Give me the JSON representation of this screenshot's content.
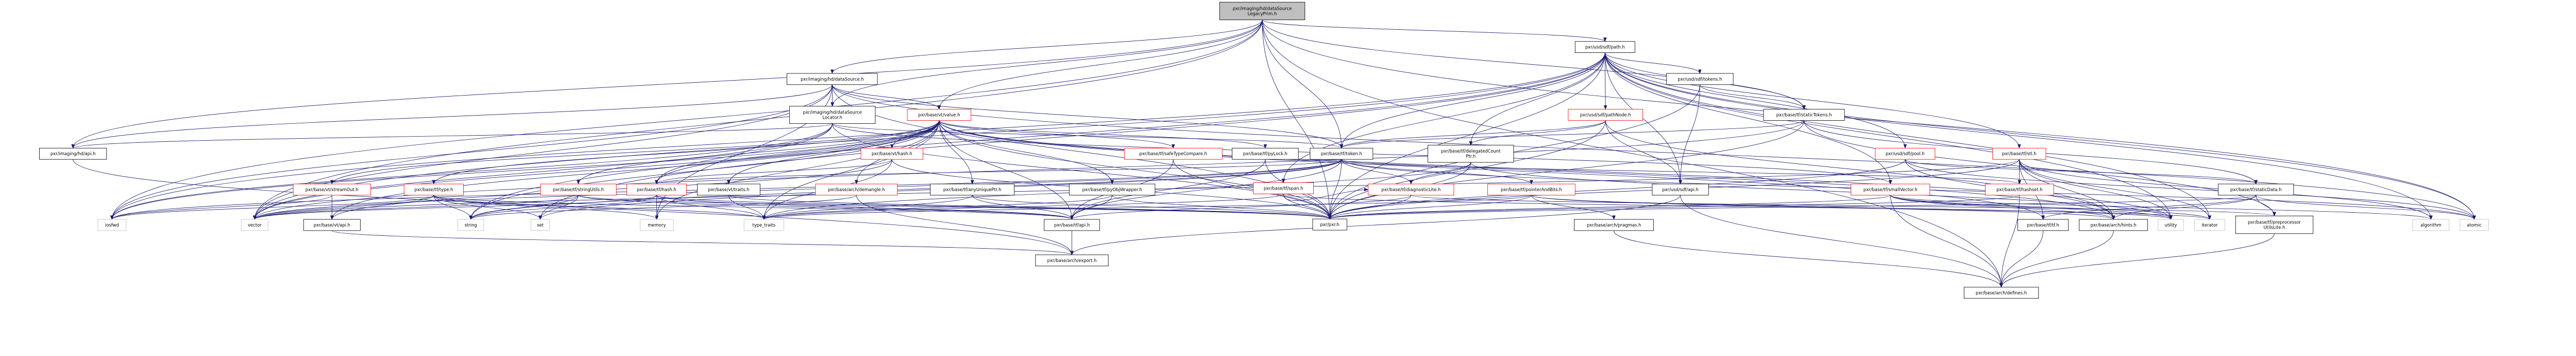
{
  "colors": {
    "edge": "#191970",
    "root_fill": "#bfbfbf",
    "red_border": "#ff0000",
    "external_border": "#bfbfbf",
    "normal_border": "#000000"
  },
  "nodes": [
    {
      "id": "root",
      "style": "root",
      "lines": [
        "pxr/imaging/hd/dataSource",
        "LegacyPrim.h"
      ]
    },
    {
      "id": "dataSource",
      "style": "normal",
      "lines": [
        "pxr/imaging/hd/dataSource.h"
      ]
    },
    {
      "id": "dsLocator",
      "style": "normal",
      "lines": [
        "pxr/imaging/hd/dataSource",
        "Locator.h"
      ]
    },
    {
      "id": "value",
      "style": "red",
      "lines": [
        "pxr/base/vt/value.h"
      ]
    },
    {
      "id": "sdfPath",
      "style": "normal",
      "lines": [
        "pxr/usd/sdf/path.h"
      ]
    },
    {
      "id": "sdfTokens",
      "style": "normal",
      "lines": [
        "pxr/usd/sdf/tokens.h"
      ]
    },
    {
      "id": "pathNode",
      "style": "red",
      "lines": [
        "pxr/usd/sdf/pathNode.h"
      ]
    },
    {
      "id": "staticTokens",
      "style": "normal",
      "lines": [
        "pxr/base/tf/staticTokens.h"
      ]
    },
    {
      "id": "hdApi",
      "style": "normal",
      "lines": [
        "pxr/imaging/hd/api.h"
      ]
    },
    {
      "id": "vtHash",
      "style": "red",
      "lines": [
        "pxr/base/vt/hash.h"
      ]
    },
    {
      "id": "safeTypeCompare",
      "style": "red",
      "lines": [
        "pxr/base/tf/safeTypeCompare.h"
      ]
    },
    {
      "id": "pyLock",
      "style": "normal",
      "lines": [
        "pxr/base/tf/pyLock.h"
      ]
    },
    {
      "id": "token",
      "style": "normal",
      "lines": [
        "pxr/base/tf/token.h"
      ]
    },
    {
      "id": "delegated",
      "style": "normal",
      "lines": [
        "pxr/base/tf/delegatedCount",
        "Ptr.h"
      ]
    },
    {
      "id": "pool",
      "style": "red",
      "lines": [
        "pxr/usd/sdf/pool.h"
      ]
    },
    {
      "id": "stl",
      "style": "red",
      "lines": [
        "pxr/base/tf/stl.h"
      ]
    },
    {
      "id": "streamOut",
      "style": "red",
      "lines": [
        "pxr/base/vt/streamOut.h"
      ]
    },
    {
      "id": "type",
      "style": "red",
      "lines": [
        "pxr/base/tf/type.h"
      ]
    },
    {
      "id": "stringUtils",
      "style": "red",
      "lines": [
        "pxr/base/tf/stringUtils.h"
      ]
    },
    {
      "id": "tfHash",
      "style": "red",
      "lines": [
        "pxr/base/tf/hash.h"
      ]
    },
    {
      "id": "vtTraits",
      "style": "normal",
      "lines": [
        "pxr/base/vt/traits.h"
      ]
    },
    {
      "id": "demangle",
      "style": "red",
      "lines": [
        "pxr/base/arch/demangle.h"
      ]
    },
    {
      "id": "anyUniquePtr",
      "style": "normal",
      "lines": [
        "pxr/base/tf/anyUniquePtr.h"
      ]
    },
    {
      "id": "pyObjWrapper",
      "style": "normal",
      "lines": [
        "pxr/base/tf/pyObjWrapper.h"
      ]
    },
    {
      "id": "span",
      "style": "red",
      "lines": [
        "pxr/base/tf/span.h"
      ]
    },
    {
      "id": "diagLite",
      "style": "red",
      "lines": [
        "pxr/base/tf/diagnosticLite.h"
      ]
    },
    {
      "id": "ptrBits",
      "style": "red",
      "lines": [
        "pxr/base/tf/pointerAndBits.h"
      ]
    },
    {
      "id": "sdfApi",
      "style": "normal",
      "lines": [
        "pxr/usd/sdf/api.h"
      ]
    },
    {
      "id": "smallVector",
      "style": "red",
      "lines": [
        "pxr/base/tf/smallVector.h"
      ]
    },
    {
      "id": "hashset",
      "style": "red",
      "lines": [
        "pxr/base/tf/hashset.h"
      ]
    },
    {
      "id": "staticData",
      "style": "normal",
      "lines": [
        "pxr/base/tf/staticData.h"
      ]
    },
    {
      "id": "iosfwd",
      "style": "external",
      "lines": [
        "iosfwd"
      ]
    },
    {
      "id": "vector",
      "style": "external",
      "lines": [
        "vector"
      ]
    },
    {
      "id": "vtApi",
      "style": "normal",
      "lines": [
        "pxr/base/vt/api.h"
      ]
    },
    {
      "id": "string",
      "style": "external",
      "lines": [
        "string"
      ]
    },
    {
      "id": "set",
      "style": "external",
      "lines": [
        "set"
      ]
    },
    {
      "id": "memory",
      "style": "external",
      "lines": [
        "memory"
      ]
    },
    {
      "id": "typeTraits",
      "style": "external",
      "lines": [
        "type_traits"
      ]
    },
    {
      "id": "tfApi",
      "style": "normal",
      "lines": [
        "pxr/base/tf/api.h"
      ]
    },
    {
      "id": "pxr",
      "style": "normal",
      "lines": [
        "pxr/pxr.h"
      ]
    },
    {
      "id": "pragmas",
      "style": "normal",
      "lines": [
        "pxr/base/arch/pragmas.h"
      ]
    },
    {
      "id": "tf",
      "style": "normal",
      "lines": [
        "pxr/base/tf/tf.h"
      ]
    },
    {
      "id": "hints",
      "style": "normal",
      "lines": [
        "pxr/base/arch/hints.h"
      ]
    },
    {
      "id": "utility",
      "style": "external",
      "lines": [
        "utility"
      ]
    },
    {
      "id": "iterator",
      "style": "external",
      "lines": [
        "iterator"
      ]
    },
    {
      "id": "ppUtils",
      "style": "normal",
      "lines": [
        "pxr/base/tf/preprocessor",
        "UtilsLite.h"
      ]
    },
    {
      "id": "algorithm",
      "style": "external",
      "lines": [
        "algorithm"
      ]
    },
    {
      "id": "atomic",
      "style": "external",
      "lines": [
        "atomic"
      ]
    },
    {
      "id": "export",
      "style": "normal",
      "lines": [
        "pxr/base/arch/export.h"
      ]
    },
    {
      "id": "defines",
      "style": "normal",
      "lines": [
        "pxr/base/arch/defines.h"
      ]
    }
  ],
  "edges": [
    [
      "root",
      "dataSource"
    ],
    [
      "root",
      "dsLocator"
    ],
    [
      "root",
      "hdApi"
    ],
    [
      "root",
      "sdfPath"
    ],
    [
      "root",
      "token"
    ],
    [
      "root",
      "staticTokens"
    ],
    [
      "root",
      "value"
    ],
    [
      "root",
      "pxr"
    ],
    [
      "root",
      "vector"
    ],
    [
      "root",
      "iosfwd"
    ],
    [
      "root",
      "defines"
    ],
    [
      "root",
      "atomic"
    ],
    [
      "dataSource",
      "dsLocator"
    ],
    [
      "dataSource",
      "value"
    ],
    [
      "dataSource",
      "hdApi"
    ],
    [
      "dataSource",
      "pxr"
    ],
    [
      "dataSource",
      "memory"
    ],
    [
      "dataSource",
      "vector"
    ],
    [
      "dataSource",
      "token"
    ],
    [
      "dataSource",
      "iosfwd"
    ],
    [
      "dataSource",
      "atomic"
    ],
    [
      "dsLocator",
      "hdApi"
    ],
    [
      "dsLocator",
      "token"
    ],
    [
      "dsLocator",
      "smallVector"
    ],
    [
      "dsLocator",
      "pxr"
    ],
    [
      "dsLocator",
      "tfHash"
    ],
    [
      "dsLocator",
      "iosfwd"
    ],
    [
      "dsLocator",
      "vector"
    ],
    [
      "value",
      "vtHash"
    ],
    [
      "value",
      "safeTypeCompare"
    ],
    [
      "value",
      "pyLock"
    ],
    [
      "value",
      "tfHash"
    ],
    [
      "value",
      "vtTraits"
    ],
    [
      "value",
      "demangle"
    ],
    [
      "value",
      "anyUniquePtr"
    ],
    [
      "value",
      "pyObjWrapper"
    ],
    [
      "value",
      "streamOut"
    ],
    [
      "value",
      "type"
    ],
    [
      "value",
      "stringUtils"
    ],
    [
      "value",
      "vtApi"
    ],
    [
      "value",
      "tfApi"
    ],
    [
      "value",
      "pxr"
    ],
    [
      "value",
      "iosfwd"
    ],
    [
      "value",
      "vector"
    ],
    [
      "value",
      "string"
    ],
    [
      "value",
      "memory"
    ],
    [
      "value",
      "typeTraits"
    ],
    [
      "value",
      "tf"
    ],
    [
      "value",
      "hints"
    ],
    [
      "value",
      "utility"
    ],
    [
      "vtHash",
      "tfHash"
    ],
    [
      "vtHash",
      "vtApi"
    ],
    [
      "vtHash",
      "pxr"
    ],
    [
      "vtHash",
      "typeTraits"
    ],
    [
      "safeTypeCompare",
      "pxr"
    ],
    [
      "safeTypeCompare",
      "tfApi"
    ],
    [
      "pyLock",
      "pxr"
    ],
    [
      "pyLock",
      "tfApi"
    ],
    [
      "sdfPath",
      "sdfTokens"
    ],
    [
      "sdfPath",
      "pathNode"
    ],
    [
      "sdfPath",
      "token"
    ],
    [
      "sdfPath",
      "staticTokens"
    ],
    [
      "sdfPath",
      "sdfApi"
    ],
    [
      "sdfPath",
      "delegated"
    ],
    [
      "sdfPath",
      "pool"
    ],
    [
      "sdfPath",
      "stl"
    ],
    [
      "sdfPath",
      "pxr"
    ],
    [
      "sdfPath",
      "set"
    ],
    [
      "sdfPath",
      "string"
    ],
    [
      "sdfPath",
      "vector"
    ],
    [
      "sdfPath",
      "iosfwd"
    ],
    [
      "sdfPath",
      "span"
    ],
    [
      "sdfPath",
      "smallVector"
    ],
    [
      "sdfPath",
      "atomic"
    ],
    [
      "sdfPath",
      "algorithm"
    ],
    [
      "sdfPath",
      "utility"
    ],
    [
      "sdfPath",
      "iterator"
    ],
    [
      "sdfTokens",
      "sdfApi"
    ],
    [
      "sdfTokens",
      "staticTokens"
    ],
    [
      "sdfTokens",
      "pxr"
    ],
    [
      "pathNode",
      "token"
    ],
    [
      "pathNode",
      "delegated"
    ],
    [
      "pathNode",
      "sdfApi"
    ],
    [
      "pathNode",
      "pxr"
    ],
    [
      "pathNode",
      "hints"
    ],
    [
      "staticTokens",
      "token"
    ],
    [
      "staticTokens",
      "staticData"
    ],
    [
      "staticTokens",
      "ppUtils"
    ],
    [
      "staticTokens",
      "pxr"
    ],
    [
      "staticTokens",
      "vector"
    ],
    [
      "token",
      "diagLite"
    ],
    [
      "token",
      "ptrBits"
    ],
    [
      "token",
      "tfHash"
    ],
    [
      "token",
      "tfApi"
    ],
    [
      "token",
      "pxr"
    ],
    [
      "token",
      "string"
    ],
    [
      "token",
      "iosfwd"
    ],
    [
      "token",
      "vector"
    ],
    [
      "token",
      "set"
    ],
    [
      "token",
      "atomic"
    ],
    [
      "token",
      "hashset"
    ],
    [
      "delegated",
      "diagLite"
    ],
    [
      "delegated",
      "pxr"
    ],
    [
      "delegated",
      "utility"
    ],
    [
      "delegated",
      "typeTraits"
    ],
    [
      "pool",
      "staticData"
    ],
    [
      "pool",
      "pxr"
    ],
    [
      "pool",
      "atomic"
    ],
    [
      "pool",
      "hints"
    ],
    [
      "stl",
      "hashset"
    ],
    [
      "stl",
      "tf"
    ],
    [
      "stl",
      "hints"
    ],
    [
      "stl",
      "utility"
    ],
    [
      "stl",
      "iterator"
    ],
    [
      "stl",
      "pxr"
    ],
    [
      "stl",
      "algorithm"
    ],
    [
      "stl",
      "vector"
    ],
    [
      "streamOut",
      "vtApi"
    ],
    [
      "streamOut",
      "iosfwd"
    ],
    [
      "type",
      "tfApi"
    ],
    [
      "type",
      "vector"
    ],
    [
      "type",
      "string"
    ],
    [
      "type",
      "set"
    ],
    [
      "type",
      "iosfwd"
    ],
    [
      "type",
      "memory"
    ],
    [
      "type",
      "typeTraits"
    ],
    [
      "stringUtils",
      "vector"
    ],
    [
      "stringUtils",
      "string"
    ],
    [
      "stringUtils",
      "set"
    ],
    [
      "stringUtils",
      "tfApi"
    ],
    [
      "stringUtils",
      "pxr"
    ],
    [
      "tfHash",
      "memory"
    ],
    [
      "tfHash",
      "typeTraits"
    ],
    [
      "tfHash",
      "tfApi"
    ],
    [
      "tfHash",
      "pxr"
    ],
    [
      "tfHash",
      "string"
    ],
    [
      "tfHash",
      "vector"
    ],
    [
      "vtTraits",
      "typeTraits"
    ],
    [
      "vtTraits",
      "pxr"
    ],
    [
      "demangle",
      "string"
    ],
    [
      "demangle",
      "export"
    ],
    [
      "anyUniquePtr",
      "tfApi"
    ],
    [
      "anyUniquePtr",
      "typeTraits"
    ],
    [
      "anyUniquePtr",
      "pxr"
    ],
    [
      "pyObjWrapper",
      "tfApi"
    ],
    [
      "pyObjWrapper",
      "pxr"
    ],
    [
      "pyObjWrapper",
      "typeTraits"
    ],
    [
      "span",
      "pxr"
    ],
    [
      "span",
      "diagLite"
    ],
    [
      "span",
      "iterator"
    ],
    [
      "span",
      "typeTraits"
    ],
    [
      "diagLite",
      "pxr"
    ],
    [
      "diagLite",
      "tfApi"
    ],
    [
      "diagLite",
      "ppUtils"
    ],
    [
      "ptrBits",
      "pxr"
    ],
    [
      "ptrBits",
      "hints"
    ],
    [
      "ptrBits",
      "pragmas"
    ],
    [
      "ptrBits",
      "typeTraits"
    ],
    [
      "ptrBits",
      "utility"
    ],
    [
      "sdfApi",
      "export"
    ],
    [
      "sdfApi",
      "defines"
    ],
    [
      "smallVector",
      "pxr"
    ],
    [
      "smallVector",
      "hints"
    ],
    [
      "smallVector",
      "defines"
    ],
    [
      "smallVector",
      "iterator"
    ],
    [
      "smallVector",
      "utility"
    ],
    [
      "smallVector",
      "algorithm"
    ],
    [
      "hashset",
      "defines"
    ],
    [
      "hashset",
      "pxr"
    ],
    [
      "staticData",
      "pxr"
    ],
    [
      "staticData",
      "ppUtils"
    ],
    [
      "staticData",
      "hints"
    ],
    [
      "staticData",
      "atomic"
    ],
    [
      "staticData",
      "tf"
    ],
    [
      "vtApi",
      "export"
    ],
    [
      "tfApi",
      "export"
    ],
    [
      "hdApi",
      "export"
    ],
    [
      "pragmas",
      "defines"
    ],
    [
      "hints",
      "defines"
    ],
    [
      "ppUtils",
      "defines"
    ],
    [
      "tf",
      "defines"
    ]
  ]
}
